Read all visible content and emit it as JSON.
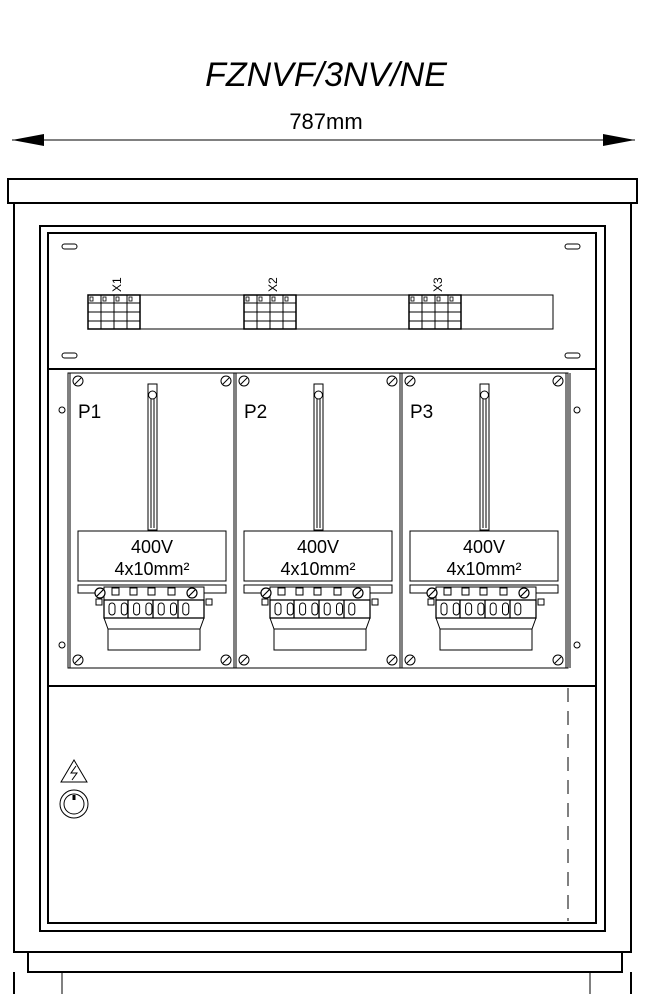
{
  "title": "FZNVF/3NV/NE",
  "dimension": {
    "label": "787mm"
  },
  "terminal_blocks": [
    {
      "label": "X1"
    },
    {
      "label": "X2"
    },
    {
      "label": "X3"
    }
  ],
  "meter_panels": [
    {
      "id": "P1",
      "voltage": "400V",
      "cable": "4x10mm²"
    },
    {
      "id": "P2",
      "voltage": "400V",
      "cable": "4x10mm²"
    },
    {
      "id": "P3",
      "voltage": "400V",
      "cable": "4x10mm²"
    }
  ],
  "door": {
    "warning_icon": "high-voltage-warning-icon",
    "lock_icon": "door-lock-icon"
  }
}
